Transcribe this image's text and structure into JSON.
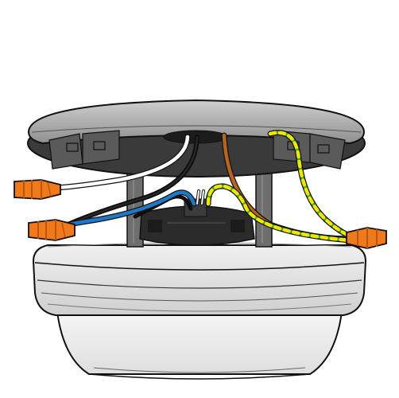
{
  "colors": {
    "background": "#ffffff",
    "outline": "#111111",
    "ceiling_plate": "#a9a9a9",
    "ceiling_plate_rim": "#c9c9c9",
    "plate_underside": "#3a3a3a",
    "bracket": "#6e6e6e",
    "terminal_block": "#2b2b2b",
    "wire_white": "#ffffff",
    "wire_black": "#0f0f0f",
    "wire_blue": "#1e78c8",
    "wire_brown": "#b5651d",
    "wire_ground_green": "#3aa235",
    "wire_ground_yellow": "#f2e600",
    "connector_orange": "#f07a1a",
    "connector_orange_dark": "#b85510",
    "fixture_base": "#e2e2e2",
    "fixture_shade": "#f0f0f0"
  },
  "parts": [
    "ceiling-plate",
    "mounting-bracket",
    "terminal-block",
    "wire-nut-connector",
    "wire-white",
    "wire-black",
    "wire-blue",
    "wire-brown",
    "wire-ground",
    "fixture-body"
  ]
}
